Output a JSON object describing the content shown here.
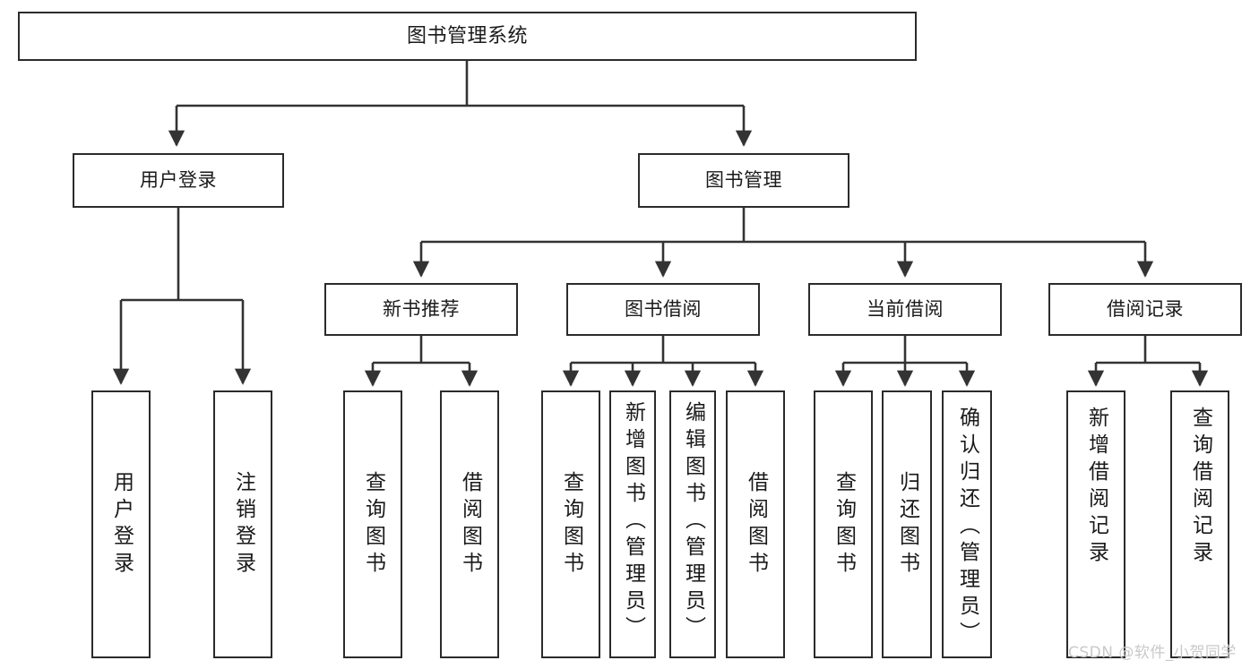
{
  "diagram": {
    "title": "图书管理系统",
    "type": "functional-structure-tree",
    "root": {
      "label": "图书管理系统"
    },
    "level2": [
      {
        "label": "用户登录"
      },
      {
        "label": "图书管理"
      }
    ],
    "level3": [
      {
        "label": "新书推荐"
      },
      {
        "label": "图书借阅"
      },
      {
        "label": "当前借阅"
      },
      {
        "label": "借阅记录"
      }
    ],
    "leaves": {
      "user_login": [
        {
          "label": "用户登录"
        },
        {
          "label": "注销登录"
        }
      ],
      "new_book_recommend": [
        {
          "label": "查询图书"
        },
        {
          "label": "借阅图书"
        }
      ],
      "book_borrow": [
        {
          "label": "查询图书"
        },
        {
          "label": "新增图书（管理员）"
        },
        {
          "label": "编辑图书（管理员）"
        },
        {
          "label": "借阅图书"
        }
      ],
      "current_borrow": [
        {
          "label": "查询图书"
        },
        {
          "label": "归还图书"
        },
        {
          "label": "确认归还（管理员）"
        }
      ],
      "borrow_record": [
        {
          "label": "新增借阅记录"
        },
        {
          "label": "查询借阅记录"
        }
      ]
    }
  },
  "watermark": {
    "text": "CSDN @软件_小贺同学"
  },
  "colors": {
    "box_border": "#2b2b2b",
    "box_fill": "#ffffff",
    "edge": "#333333",
    "text": "#1a1a1a",
    "watermark": "#c9c9c9",
    "background": "#ffffff"
  }
}
